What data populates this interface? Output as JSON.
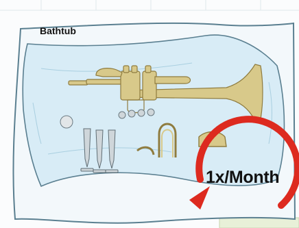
{
  "bathtub": {
    "label": "Bathtub",
    "contents": "trumpet-with-disassembled-parts"
  },
  "frequency": {
    "label": "1x/Month",
    "arrow_icon": "circular-arrow-icon",
    "arrow_color": "#dd2a1f"
  },
  "colors": {
    "water": "#d8ecf6",
    "tub_rim": "#f3f8fb",
    "tub_outline": "#5a7f90",
    "brass": "#d8c98a",
    "brass_dark": "#8f7c3f",
    "grid_tile": "#eef4f7"
  }
}
